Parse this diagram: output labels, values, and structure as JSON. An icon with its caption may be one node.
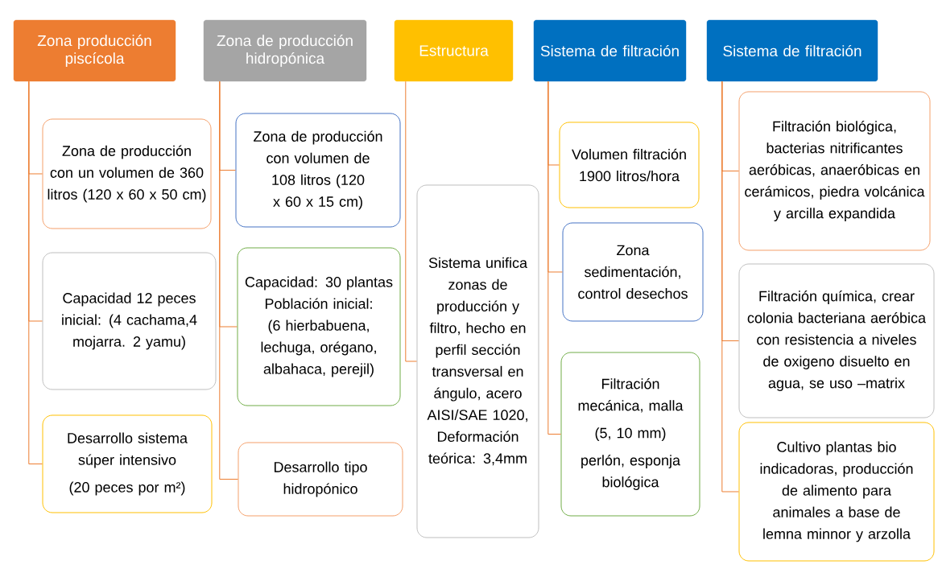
{
  "diagram": {
    "nodes": [
      {
        "text": [
          "Zona producción piscícola"
        ]
      },
      {
        "text": [
          "Zona de producción hidropónica"
        ]
      },
      {
        "text": [
          "Estructura"
        ]
      },
      {
        "text": [
          "Sistema de filtración"
        ]
      },
      {
        "text": [
          "Sistema de filtración"
        ]
      },
      {
        "text": [
          "Zona de producción con un volumen de 360 litros (120 x 60 x 50 cm)"
        ]
      },
      {
        "text": [
          "Capacidad 12 peces inicial: (4 cachama,4 mojarra. 2 yamu)"
        ]
      },
      {
        "text": [
          "Desarrollo sistema súper intensivo",
          "(20 peces por m²)"
        ]
      },
      {
        "text": [
          "Zona de producción con volumen de 108 litros (120 x 60 x 15 cm)"
        ]
      },
      {
        "text": [
          "Capacidad: 30 plantas Población inicial: (6 hierbabuena, lechuga, orégano, albahaca, perejil)"
        ]
      },
      {
        "text": [
          "Desarrollo tipo hidropónico"
        ]
      },
      {
        "text": [
          "Sistema unifica zonas de producción y filtro, hecho en perfil sección transversal en ángulo, acero AISI/SAE 1020, Deformación teórica: 3,4mm"
        ]
      },
      {
        "text": [
          "Volumen filtración 1900 litros/hora"
        ]
      },
      {
        "text": [
          "Zona sedimentación, control desechos"
        ]
      },
      {
        "text": [
          "Filtración mecánica, malla",
          "(5, 10 mm)",
          "perlón, esponja biológica"
        ]
      },
      {
        "text": [
          "Filtración biológica, bacterias nitrificantes aeróbicas, anaeróbicas en cerámicos, piedra volcánica y arcilla expandida"
        ]
      },
      {
        "text": [
          "Filtración química, crear colonia bacteriana aeróbica con resistencia a niveles de oxigeno disuelto en agua, se uso –matrix"
        ]
      },
      {
        "text": [
          "Cultivo plantas bio indicadoras, producción de alimento para animales a base de lemna minnor y arzolla"
        ]
      }
    ],
    "edges": [
      {
        "from": 0,
        "to": 5,
        "arrow": "none"
      },
      {
        "from": 0,
        "to": 6,
        "arrow": "none"
      },
      {
        "from": 0,
        "to": 7,
        "arrow": "none"
      },
      {
        "from": 1,
        "to": 8,
        "arrow": "none"
      },
      {
        "from": 1,
        "to": 9,
        "arrow": "none"
      },
      {
        "from": 1,
        "to": 10,
        "arrow": "none"
      },
      {
        "from": 2,
        "to": 11,
        "arrow": "none"
      },
      {
        "from": 3,
        "to": 12,
        "arrow": "none"
      },
      {
        "from": 3,
        "to": 13,
        "arrow": "none"
      },
      {
        "from": 3,
        "to": 14,
        "arrow": "none"
      },
      {
        "from": 4,
        "to": 15,
        "arrow": "none"
      },
      {
        "from": 4,
        "to": 16,
        "arrow": "none"
      },
      {
        "from": 4,
        "to": 17,
        "arrow": "none"
      }
    ]
  }
}
